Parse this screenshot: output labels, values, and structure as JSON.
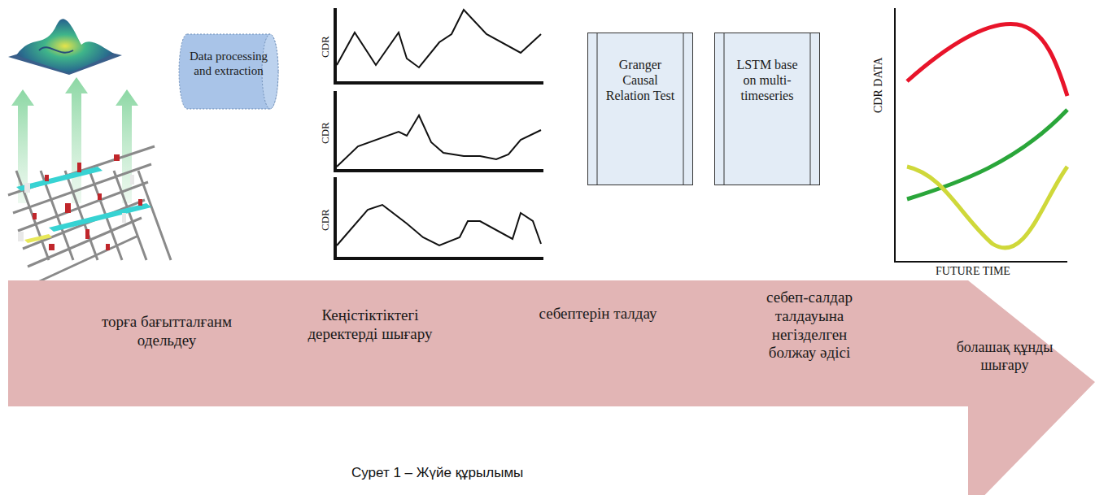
{
  "diagram": {
    "caption": "Сурет 1 – Жүйе құрылымы",
    "nodes": [
      {
        "text": [
          "Data processing and extraction"
        ]
      },
      {
        "text": [
          "Granger Causal Relation Test"
        ]
      },
      {
        "text": [
          "LSTM base on multi-timeseries"
        ]
      },
      {
        "text": [
          "торға бағытталғанм одельдеу",
          "Кеңістіктіктегі деректерді шығару",
          "себептерін талдау",
          "себеп-салдар талдауына негізделген болжау әдісі",
          "болашақ құнды шығару"
        ]
      }
    ],
    "labels": [
      "CDR",
      "CDR",
      "CDR",
      "CDR DATA",
      "FUTURE TIME"
    ]
  }
}
